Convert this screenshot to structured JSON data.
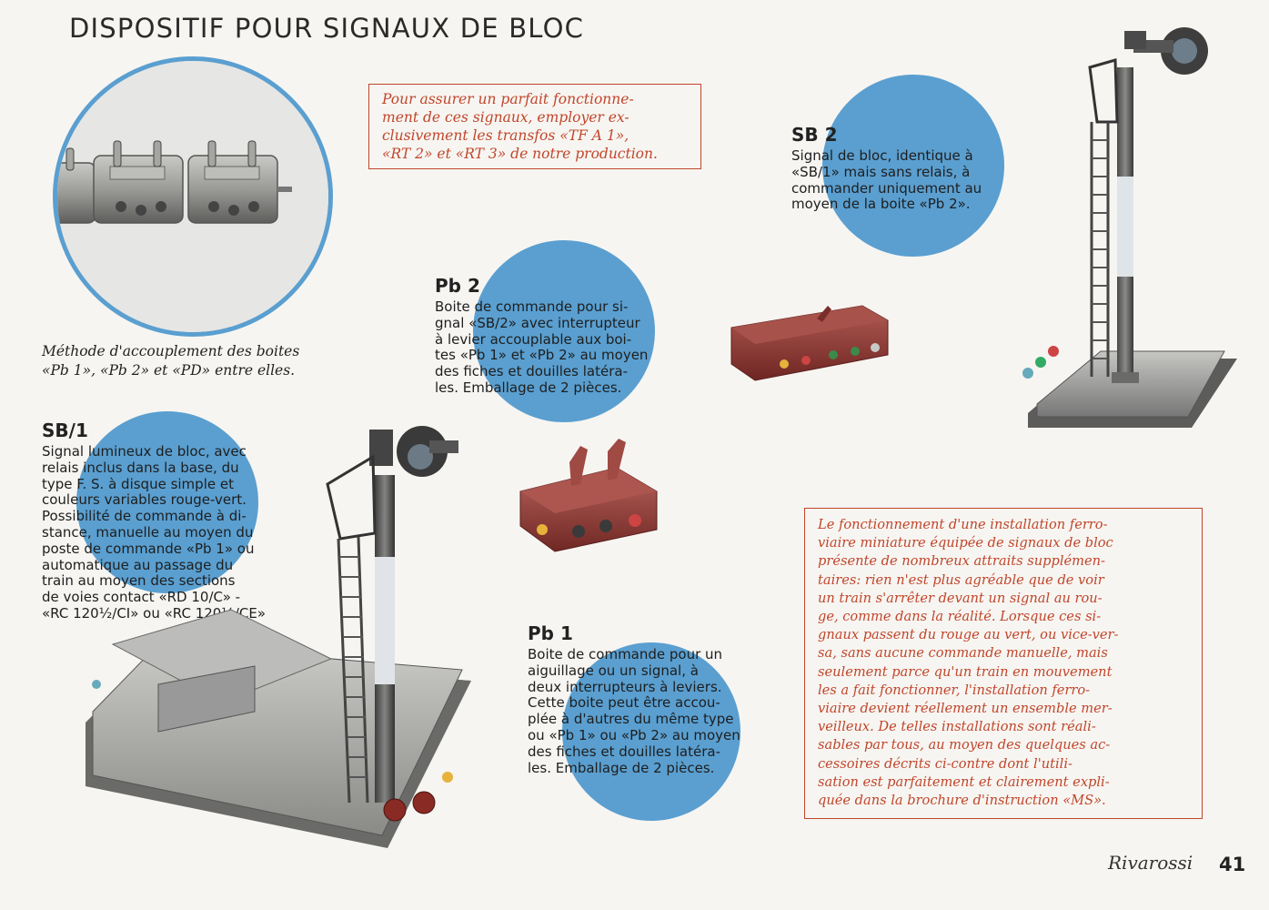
{
  "page": {
    "title": "DISPOSITIF POUR SIGNAUX DE BLOC",
    "brand": "Rivarossi",
    "page_number": "41"
  },
  "coupling_caption": [
    "Méthode d'accouplement des boites",
    "«Pb 1», «Pb 2» et «PD» entre elles."
  ],
  "transfo_note": [
    "Pour assurer un parfait fonctionne-",
    "ment de ces signaux, employer ex-",
    "clusivement les transfos «TF A 1»,",
    "«RT 2» et «RT 3» de notre production."
  ],
  "sb2": {
    "heading": "SB 2",
    "lines": [
      "Signal de bloc, identique à",
      "«SB/1» mais sans relais, à",
      "commander uniquement au",
      "moyen de la boite «Pb 2»."
    ]
  },
  "pb2": {
    "heading": "Pb 2",
    "lines": [
      "Boite de commande pour si-",
      "gnal «SB/2» avec interrupteur",
      "à levier accouplable aux boi-",
      "tes «Pb 1» et «Pb 2» au moyen",
      "des fiches et douilles latéra-",
      "les. Emballage de 2 pièces."
    ]
  },
  "sb1": {
    "heading": "SB/1",
    "lines": [
      "Signal lumineux de bloc, avec",
      "relais inclus dans la base, du",
      "type F. S. à disque simple et",
      "couleurs variables rouge-vert.",
      "Possibilité de commande à di-",
      "stance, manuelle au moyen du",
      "poste de commande «Pb 1» ou",
      "automatique au passage du",
      "train au moyen des sections",
      "de voies contact «RD 10/C» -",
      "«RC 120½/CI» ou «RC 120½/CE»"
    ]
  },
  "pb1": {
    "heading": "Pb 1",
    "lines": [
      "Boite de commande pour un",
      "aiguillage ou un signal, à",
      "deux interrupteurs à leviers.",
      "Cette boite peut être accou-",
      "plée à d'autres du même type",
      "ou «Pb 1» ou «Pb 2» au moyen",
      "des fiches et douilles latéra-",
      "les. Emballage de 2 pièces."
    ]
  },
  "installation_note": [
    "Le fonctionnement d'une installation ferro-",
    "viaire miniature équipée de signaux de bloc",
    "présente de nombreux attraits supplémen-",
    "taires: rien n'est plus agréable que de voir",
    "un train s'arrêter devant un signal au rou-",
    "ge, comme dans la réalité. Lorsque ces si-",
    "gnaux passent du rouge au vert, ou vice-ver-",
    "sa, sans aucune commande manuelle, mais",
    "seulement parce qu'un train en mouvement",
    "les a fait fonctionner, l'installation ferro-",
    "viaire devient réellement un ensemble mer-",
    "veilleux. De telles installations sont réali-",
    "sables par tous, au moyen des quelques ac-",
    "cessoires décrits ci-contre dont l'utili-",
    "sation est parfaitement et clairement expli-",
    "quée dans la brochure d'instruction «MS»."
  ],
  "colors": {
    "accent_blue": "#5a9fd0",
    "note_red": "#c0462c",
    "box_brown": "#8e3a34"
  }
}
